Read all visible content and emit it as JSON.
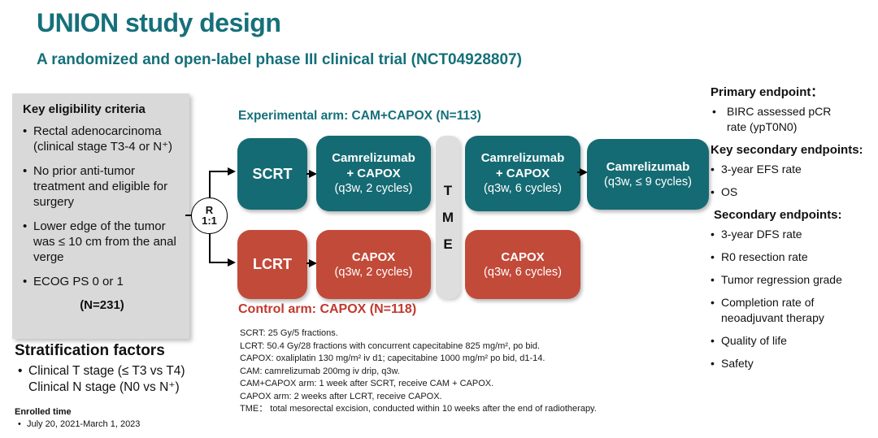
{
  "header": {
    "title": "UNION study design",
    "subtitle": "A randomized and open-label phase III clinical trial (NCT04928807)"
  },
  "eligibility": {
    "heading": "Key eligibility criteria",
    "items": [
      "Rectal adenocarcinoma (clinical stage T3-4 or N⁺)",
      "No prior anti-tumor treatment and eligible for surgery",
      "Lower edge of the tumor was ≤ 10 cm from the anal verge",
      "ECOG PS 0 or 1"
    ],
    "n_label": "(N=231)"
  },
  "stratification": {
    "heading": "Stratification factors",
    "line1": "Clinical T stage (≤ T3 vs T4)",
    "line2": "Clinical N stage (N0 vs N⁺)"
  },
  "enrolled": {
    "heading": "Enrolled time",
    "item": "July 20, 2021-March 1, 2023"
  },
  "flow": {
    "experimental_label": "Experimental arm: CAM+CAPOX (N=113)",
    "control_label": "Control arm: CAPOX (N=118)",
    "randomization": {
      "letter": "R",
      "ratio": "1:1"
    },
    "scrt": "SCRT",
    "lcrt": "LCRT",
    "cam_capox_2": {
      "line1": "Camrelizumab",
      "line2": "+ CAPOX",
      "cycles": "(q3w, 2 cycles)"
    },
    "cam_capox_6": {
      "line1": "Camrelizumab",
      "line2": "+ CAPOX",
      "cycles": "(q3w, 6 cycles)"
    },
    "cam_9": {
      "line1": "Camrelizumab",
      "cycles": "(q3w, ≤ 9 cycles)"
    },
    "capox_2": {
      "line1": "CAPOX",
      "cycles": "(q3w, 2 cycles)"
    },
    "capox_6": {
      "line1": "CAPOX",
      "cycles": "(q3w, 6 cycles)"
    },
    "tme": {
      "letters": [
        "T",
        "M",
        "E"
      ]
    }
  },
  "endpoints": {
    "sections": [
      {
        "heading": "Primary endpoint：",
        "items": [
          "BIRC assessed pCR rate (ypT0N0)"
        ]
      },
      {
        "heading": "Key secondary endpoints:",
        "items": [
          "3-year EFS rate",
          "OS"
        ]
      },
      {
        "heading": "Secondary endpoints:",
        "items": [
          "3-year DFS rate",
          "R0 resection rate",
          "Tumor regression grade",
          "Completion rate of neoadjuvant therapy",
          "Quality of life",
          "Safety"
        ]
      }
    ]
  },
  "footnotes": [
    "SCRT: 25 Gy/5 fractions.",
    "LCRT: 50.4 Gy/28 fractions with concurrent capecitabine 825 mg/m², po bid.",
    "CAPOX: oxaliplatin 130 mg/m² iv d1; capecitabine 1000 mg/m² po bid, d1-14.",
    "CAM: camrelizumab 200mg iv drip, q3w.",
    "CAM+CAPOX arm: 1 week after SCRT, receive CAM + CAPOX.",
    "CAPOX arm: 2 weeks after LCRT, receive CAPOX.",
    "TME： total mesorectal excision, conducted within 10 weeks after the end of radiotherapy."
  ],
  "colors": {
    "teal_box": "#156b73",
    "red_box": "#c24a39",
    "title_teal": "#15707a",
    "control_red": "#c0392e",
    "panel_gray": "#d9d9d9",
    "tme_gray": "#dedede"
  }
}
